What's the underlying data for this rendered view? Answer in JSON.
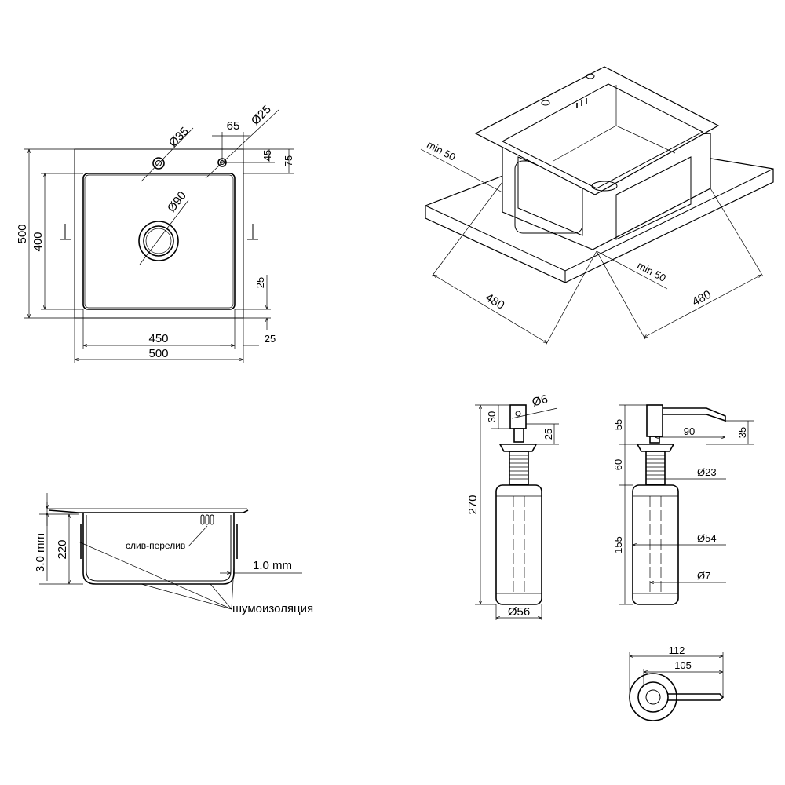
{
  "top_view": {
    "d_35": "Ø35",
    "w_65": "65",
    "d_25": "Ø25",
    "h_45": "45",
    "h_75": "75",
    "h_500": "500",
    "h_400": "400",
    "d_90": "Ø90",
    "h_25": "25",
    "w_450": "450",
    "w_25": "25",
    "w_500": "500"
  },
  "iso_view": {
    "min50_left": "min 50",
    "min50_right": "min 50",
    "len_480_left": "480",
    "len_480_right": "480"
  },
  "section_view": {
    "thick_30mm": "3.0 mm",
    "depth_220": "220",
    "overflow_label": "слив-перелив",
    "thick_10mm": "1.0 mm",
    "insulation_label": "шумоизоляция"
  },
  "dispenser_front": {
    "h_30": "30",
    "d_6": "Ø6",
    "h_25": "25",
    "h_270": "270",
    "d_56": "Ø56"
  },
  "dispenser_side": {
    "h_55": "55",
    "w_90": "90",
    "h_35": "35",
    "h_60": "60",
    "d_23": "Ø23",
    "h_155": "155",
    "d_54": "Ø54",
    "d_7": "Ø7"
  },
  "dispenser_top": {
    "w_112": "112",
    "w_105": "105"
  }
}
